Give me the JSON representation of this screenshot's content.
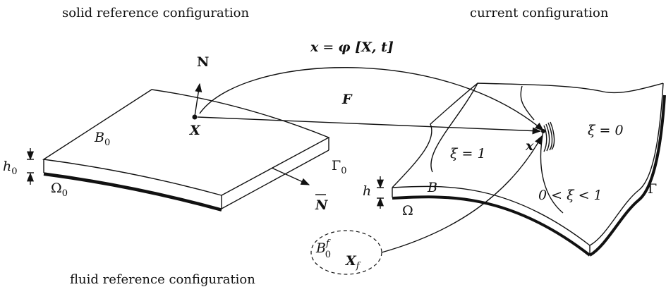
{
  "captions": {
    "solid_reference": "solid reference configuration",
    "current": "current configuration",
    "fluid_reference": "fluid reference configuration"
  },
  "mapping": {
    "lhs": "x",
    "equals": " = ",
    "phi": "φ",
    "args": " [X, t]"
  },
  "symbols": {
    "N": "N",
    "F": "F",
    "X": "X",
    "B0_base": "B",
    "B0_sub": "0",
    "h0_base": "h",
    "h0_sub": "0",
    "Omega0_base": "Ω",
    "Omega0_sub": "0",
    "Gamma0_base": "Γ",
    "Gamma0_sub": "0",
    "Nbar": "N",
    "x": "x",
    "xi1": "ξ = 1",
    "xi0": "ξ = 0",
    "xi_between": "0 < ξ < 1",
    "B": "B",
    "h": "h",
    "Omega": "Ω",
    "Gamma": "Γ",
    "B0f_base": "B",
    "B0f_sub": "0",
    "B0f_sup": "f",
    "Xf_base": "X",
    "Xf_sub": "f"
  }
}
